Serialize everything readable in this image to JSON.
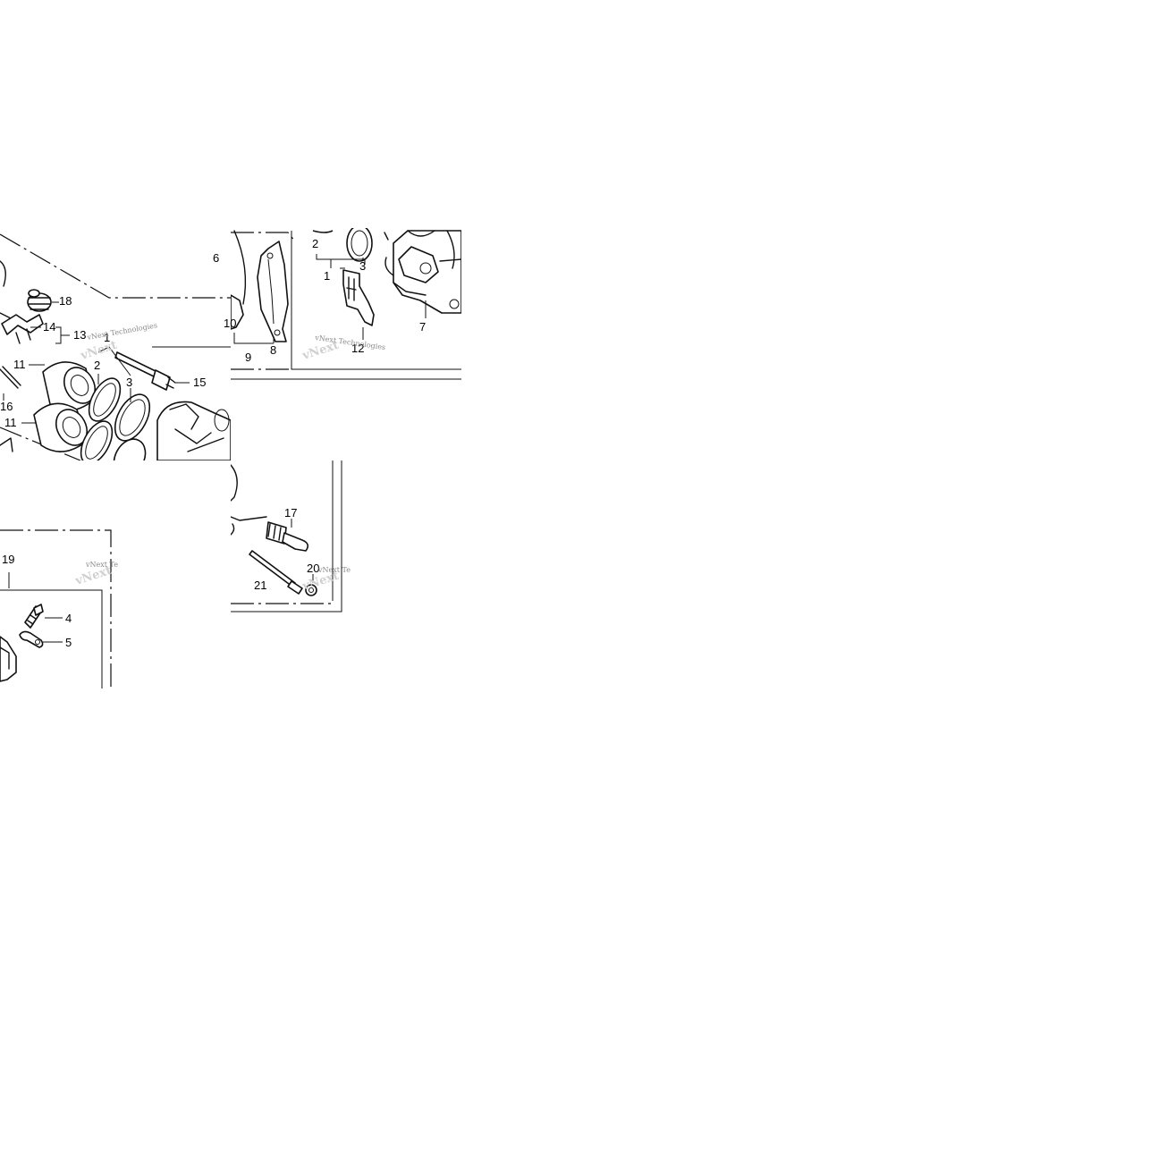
{
  "watermark": {
    "text_full": "vNext Technologies",
    "text_short": "vNext Te",
    "shadow": "vNext"
  },
  "callouts": {
    "c1a": "1",
    "c2a": "2",
    "c3a": "3",
    "c6": "6",
    "c7": "7",
    "c8": "8",
    "c9": "9",
    "c10": "10",
    "c12": "12",
    "c1b": "1",
    "c2b": "2",
    "c3b": "3",
    "c11a": "11",
    "c11b": "11",
    "c13": "13",
    "c14": "14",
    "c15": "15",
    "c16": "16",
    "c18": "18",
    "c17": "17",
    "c20": "20",
    "c21": "21",
    "c19": "19",
    "c4": "4",
    "c5": "5"
  }
}
